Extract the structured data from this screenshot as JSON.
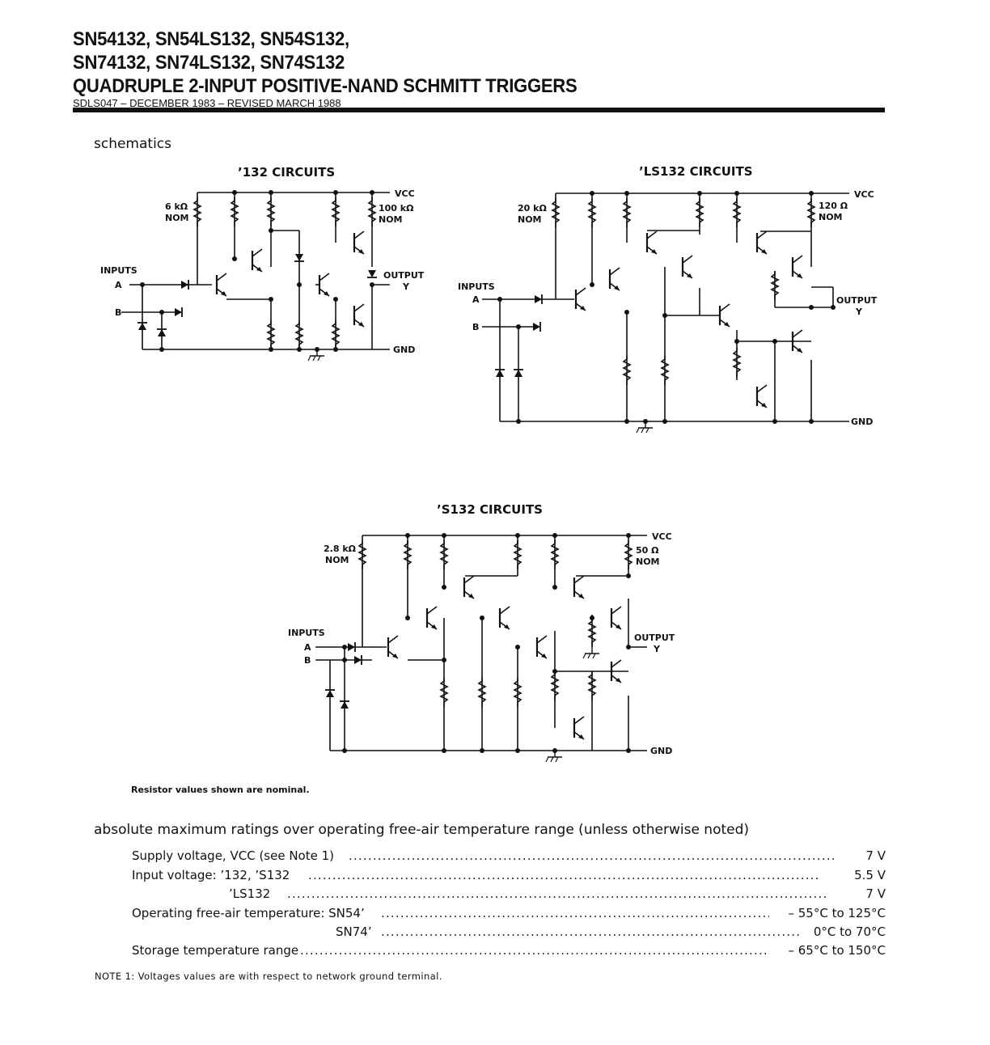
{
  "header": {
    "line1": "SN54132, SN54LS132, SN54S132,",
    "line2": "SN74132, SN74LS132, SN74S132",
    "line3": "QUADRUPLE 2-INPUT POSITIVE-NAND SCHMITT TRIGGERS",
    "doc_id": "SDLS047 – DECEMBER 1983 – REVISED MARCH 1988"
  },
  "schematics": {
    "section_title": "schematics",
    "c132": {
      "title": "’132 CIRCUITS",
      "vcc": "VCC",
      "r_in": "6 kΩ",
      "r_in_nom": "NOM",
      "r_out": "100 kΩ",
      "r_out_nom": "NOM",
      "inputs": "INPUTS",
      "a": "A",
      "b": "B",
      "output": "OUTPUT",
      "y": "Y",
      "gnd": "GND"
    },
    "cls132": {
      "title": "’LS132 CIRCUITS",
      "vcc": "VCC",
      "r_in": "20 kΩ",
      "r_in_nom": "NOM",
      "r_out": "120 Ω",
      "r_out_nom": "NOM",
      "inputs": "INPUTS",
      "a": "A",
      "b": "B",
      "output": "OUTPUT",
      "y": "Y",
      "gnd": "GND"
    },
    "cs132": {
      "title": "’S132 CIRCUITS",
      "vcc": "VCC",
      "r_in": "2.8 kΩ",
      "r_in_nom": "NOM",
      "r_out": "50 Ω",
      "r_out_nom": "NOM",
      "inputs": "INPUTS",
      "a": "A",
      "b": "B",
      "output": "OUTPUT",
      "y": "Y",
      "gnd": "GND"
    },
    "resistor_note": "Resistor values shown are nominal."
  },
  "ratings": {
    "title": "absolute maximum ratings over operating free-air temperature range (unless otherwise noted)",
    "rows": [
      {
        "label": "Supply voltage, VCC (see Note 1)",
        "value": "7 V"
      },
      {
        "label": "Input voltage:  ’132, ’S132",
        "value": "5.5 V"
      },
      {
        "label": "’LS132",
        "value": "7 V"
      },
      {
        "label": "Operating free-air temperature:  SN54’",
        "value": "– 55°C to 125°C"
      },
      {
        "label": "SN74’",
        "value": "0°C to 70°C"
      },
      {
        "label": "Storage temperature range",
        "value": "– 65°C to 150°C"
      }
    ],
    "note": "NOTE 1:  Voltages values are with respect to network ground terminal."
  }
}
